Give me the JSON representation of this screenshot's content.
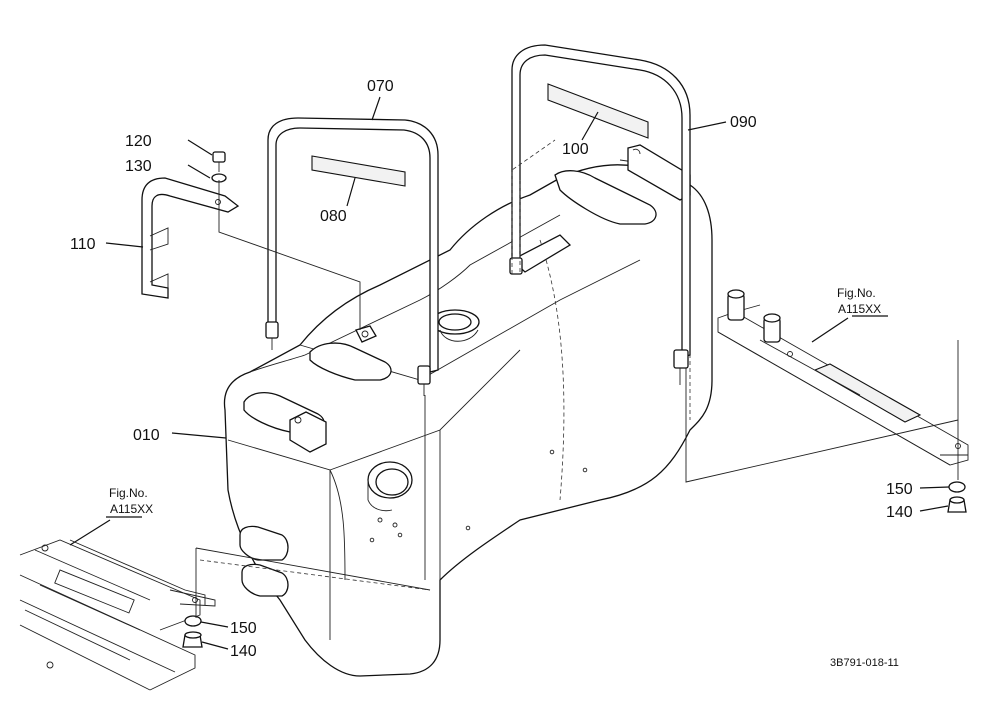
{
  "parts": [
    {
      "ref": "010",
      "name": "fuel-tank"
    },
    {
      "ref": "070",
      "name": "tank-strap-front"
    },
    {
      "ref": "080",
      "name": "strap-pad-front"
    },
    {
      "ref": "090",
      "name": "tank-strap-rear"
    },
    {
      "ref": "100",
      "name": "strap-pad-rear"
    },
    {
      "ref": "110",
      "name": "bracket"
    },
    {
      "ref": "120",
      "name": "bolt"
    },
    {
      "ref": "130",
      "name": "washer"
    },
    {
      "ref": "140",
      "name": "nut"
    },
    {
      "ref": "150",
      "name": "spring-washer"
    }
  ],
  "references": {
    "fig_label": "Fig.No.",
    "fig_number": "A115XX"
  },
  "drawing_code": "3B791-018-11"
}
